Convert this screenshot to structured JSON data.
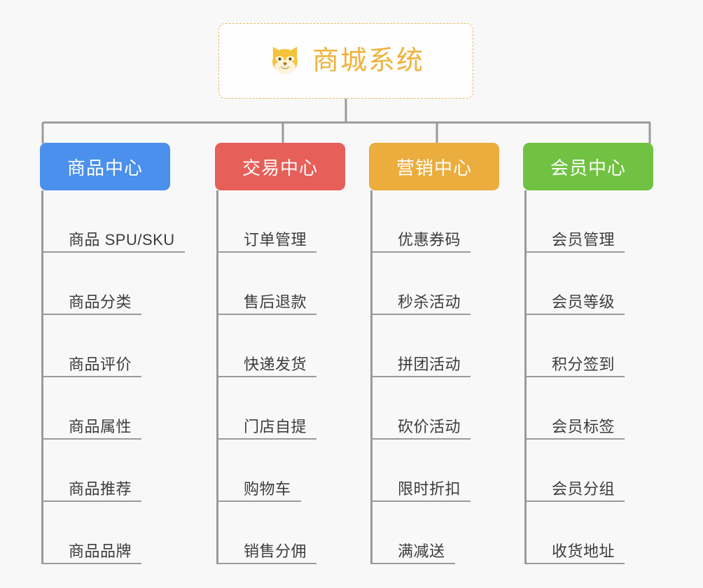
{
  "page": {
    "background_color": "#f8f8f8",
    "type": "mind-map"
  },
  "root": {
    "title": "商城系统",
    "icon": "shiba-dog-face-icon",
    "text_color": "#f0b23c",
    "border_color": "#e8b960",
    "border_style": "dashed"
  },
  "connector": {
    "color": "#9a9a9a"
  },
  "branches": [
    {
      "label": "商品中心",
      "color": "#4a90ec",
      "items": [
        "商品 SPU/SKU",
        "商品分类",
        "商品评价",
        "商品属性",
        "商品推荐",
        "商品品牌"
      ]
    },
    {
      "label": "交易中心",
      "color": "#e75f59",
      "items": [
        "订单管理",
        "售后退款",
        "快递发货",
        "门店自提",
        "购物车",
        "销售分佣"
      ]
    },
    {
      "label": "营销中心",
      "color": "#eaad3e",
      "items": [
        "优惠券码",
        "秒杀活动",
        "拼团活动",
        "砍价活动",
        "限时折扣",
        "满减送"
      ]
    },
    {
      "label": "会员中心",
      "color": "#71c242",
      "items": [
        "会员管理",
        "会员等级",
        "积分签到",
        "会员标签",
        "会员分组",
        "收货地址"
      ]
    }
  ]
}
